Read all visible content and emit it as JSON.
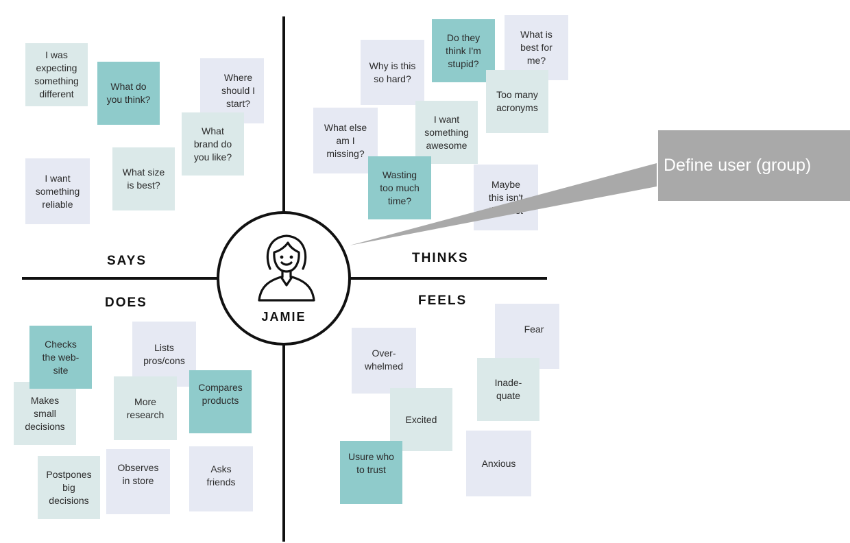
{
  "persona": {
    "name": "JAMIE"
  },
  "quadrants": {
    "says": "SAYS",
    "thinks": "THINKS",
    "does": "DOES",
    "feels": "FEELS"
  },
  "callout": {
    "text": "Define user (group)"
  },
  "colors": {
    "note_light": "#dbe9e9",
    "note_blue": "#e6e9f3",
    "note_teal": "#8fcbcb",
    "callout_bg": "#a9a9a9",
    "axis": "#111111"
  },
  "notes": {
    "says": [
      {
        "text": "I was\nexpecting\nsomething\ndifferent",
        "color": "light"
      },
      {
        "text": "What do\nyou think?",
        "color": "teal"
      },
      {
        "text": "Where\nshould I\nstart?",
        "color": "blue"
      },
      {
        "text": "What\nbrand do\nyou like?",
        "color": "light"
      },
      {
        "text": "I want\nsomething\nreliable",
        "color": "blue"
      },
      {
        "text": "What size\nis best?",
        "color": "light"
      }
    ],
    "thinks": [
      {
        "text": "Why is this\nso hard?",
        "color": "blue"
      },
      {
        "text": "Do they\nthink I'm\nstupid?",
        "color": "teal"
      },
      {
        "text": "What is\nbest for\nme?",
        "color": "blue"
      },
      {
        "text": "Too many\nacronyms",
        "color": "light"
      },
      {
        "text": "What else\nam I\nmissing?",
        "color": "blue"
      },
      {
        "text": "I want\nsomething\nawesome",
        "color": "light"
      },
      {
        "text": "Wasting\ntoo much\ntime?",
        "color": "teal"
      },
      {
        "text": "Maybe\nthis isn't\nthe best",
        "color": "blue"
      }
    ],
    "does": [
      {
        "text": "Checks\nthe web-\nsite",
        "color": "teal"
      },
      {
        "text": "Lists\npros/cons",
        "color": "blue"
      },
      {
        "text": "Makes\nsmall\ndecisions",
        "color": "light"
      },
      {
        "text": "More\nresearch",
        "color": "light"
      },
      {
        "text": "Compares\nproducts",
        "color": "teal"
      },
      {
        "text": "Postpones\nbig\ndecisions",
        "color": "light"
      },
      {
        "text": "Observes\nin store",
        "color": "blue"
      },
      {
        "text": "Asks\nfriends",
        "color": "blue"
      }
    ],
    "feels": [
      {
        "text": "Fear",
        "color": "blue"
      },
      {
        "text": "Over-\nwhelmed",
        "color": "blue"
      },
      {
        "text": "Inade-\nquate",
        "color": "light"
      },
      {
        "text": "Excited",
        "color": "light"
      },
      {
        "text": "Usure who\nto trust",
        "color": "teal"
      },
      {
        "text": "Anxious",
        "color": "blue"
      }
    ]
  }
}
